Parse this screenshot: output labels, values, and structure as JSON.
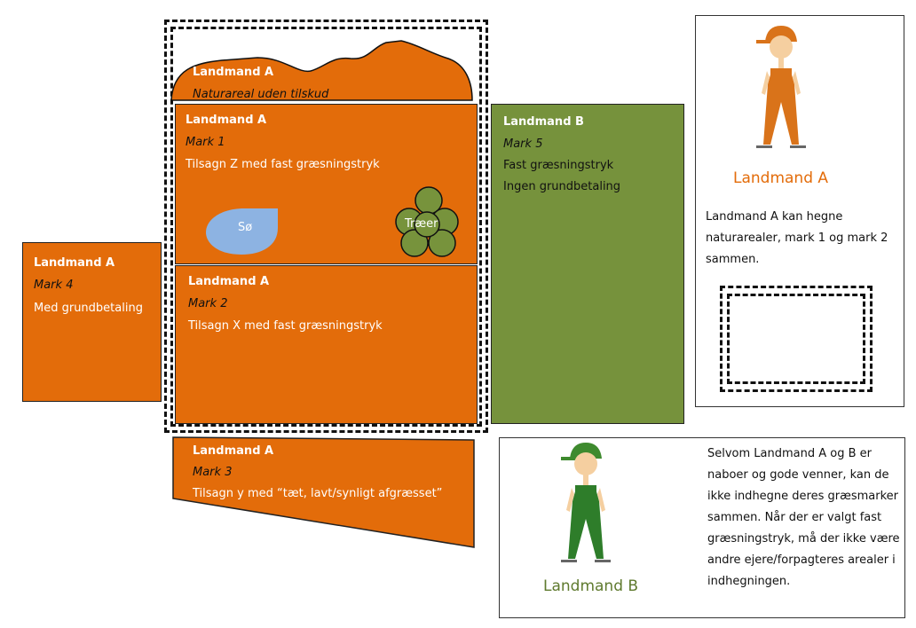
{
  "colors": {
    "orange": "#e36c0a",
    "green": "#76923c",
    "lake": "#8db3e2",
    "tree": "#77933c"
  },
  "natur": {
    "owner": "Landmand A",
    "desc": "Naturareal uden tilskud"
  },
  "mark1": {
    "owner": "Landmand A",
    "name": "Mark 1",
    "desc": "Tilsagn Z med fast græsningstryk",
    "lake": "Sø",
    "trees": "Træer"
  },
  "mark2": {
    "owner": "Landmand A",
    "name": "Mark 2",
    "desc": "Tilsagn X med fast græsningstryk"
  },
  "mark3": {
    "owner": "Landmand A",
    "name": "Mark 3",
    "desc": "Tilsagn y med “tæt, lavt/synligt afgræsset”"
  },
  "mark4": {
    "owner": "Landmand A",
    "name": "Mark 4",
    "desc": "Med grundbetaling"
  },
  "mark5": {
    "owner": "Landmand B",
    "name": "Mark 5",
    "line1": "Fast græsningstryk",
    "line2": "Ingen grundbetaling"
  },
  "cardA": {
    "title": "Landmand A",
    "text": "Landmand A kan hegne naturarealer, mark 1 og mark 2 sammen."
  },
  "cardB": {
    "title": "Landmand B",
    "text": "Selvom Landmand A og B er naboer og gode venner, kan de ikke indhegne deres græsmarker sammen. Når der er valgt fast græsningstryk, må der ikke være andre ejere/forpagteres arealer i indhegningen."
  }
}
